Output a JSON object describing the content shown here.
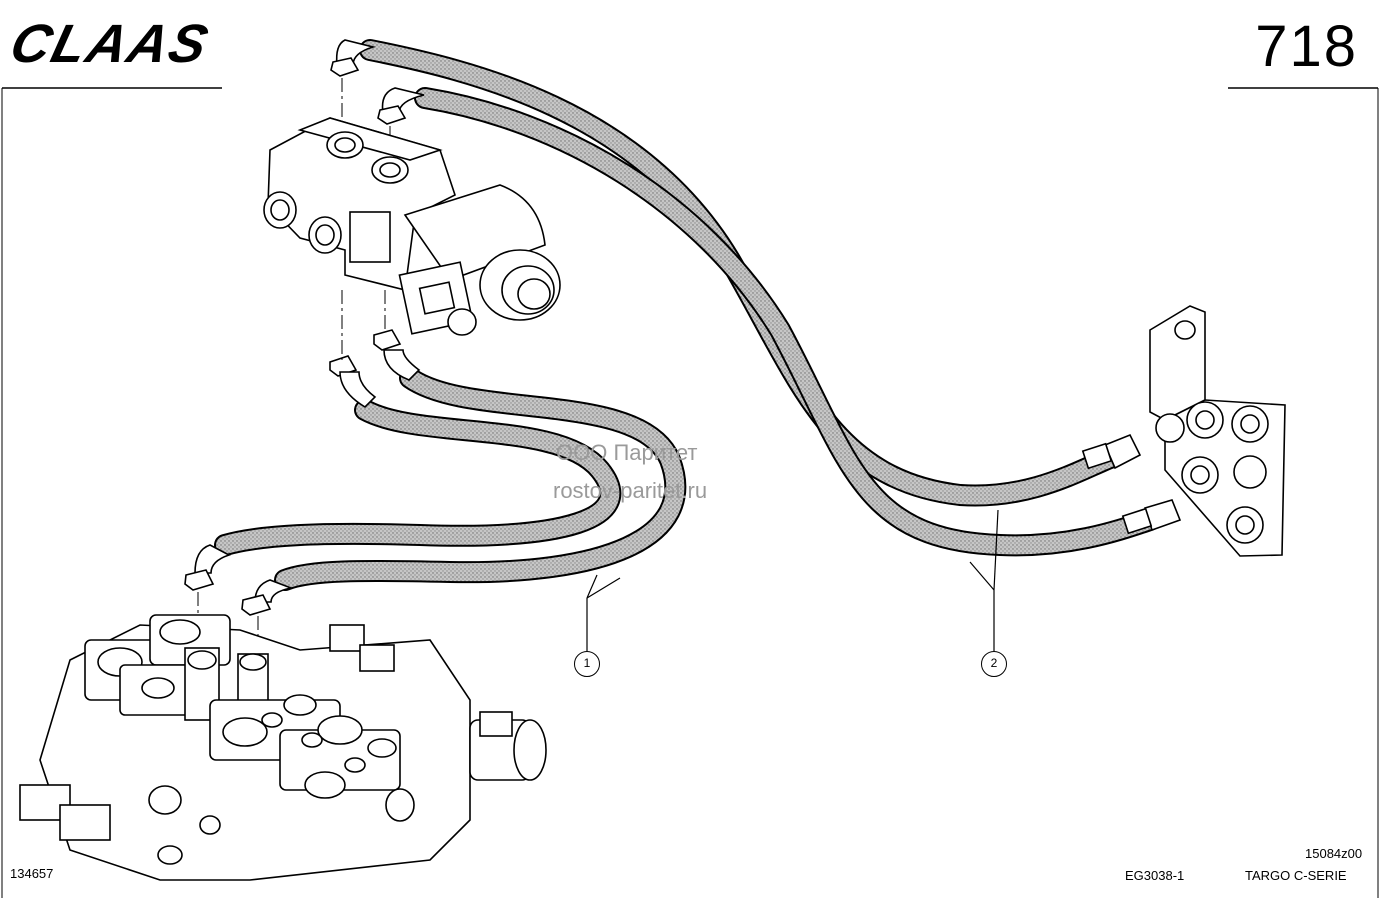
{
  "header": {
    "logo_text": "CLAAS",
    "page_number": "718"
  },
  "callouts": [
    {
      "label": "1"
    },
    {
      "label": "2"
    }
  ],
  "watermark": {
    "line1": "ООО Паритет",
    "line2": "rostov-paritet.ru"
  },
  "footer": {
    "left_code": "134657",
    "drawing_ref": "15084z00",
    "center_code": "EG3038-1",
    "series": "TARGO C-SERIE"
  },
  "colors": {
    "ink": "#000000",
    "hose_fill": "#b8b8b8",
    "watermark": "#9a9a9a"
  }
}
